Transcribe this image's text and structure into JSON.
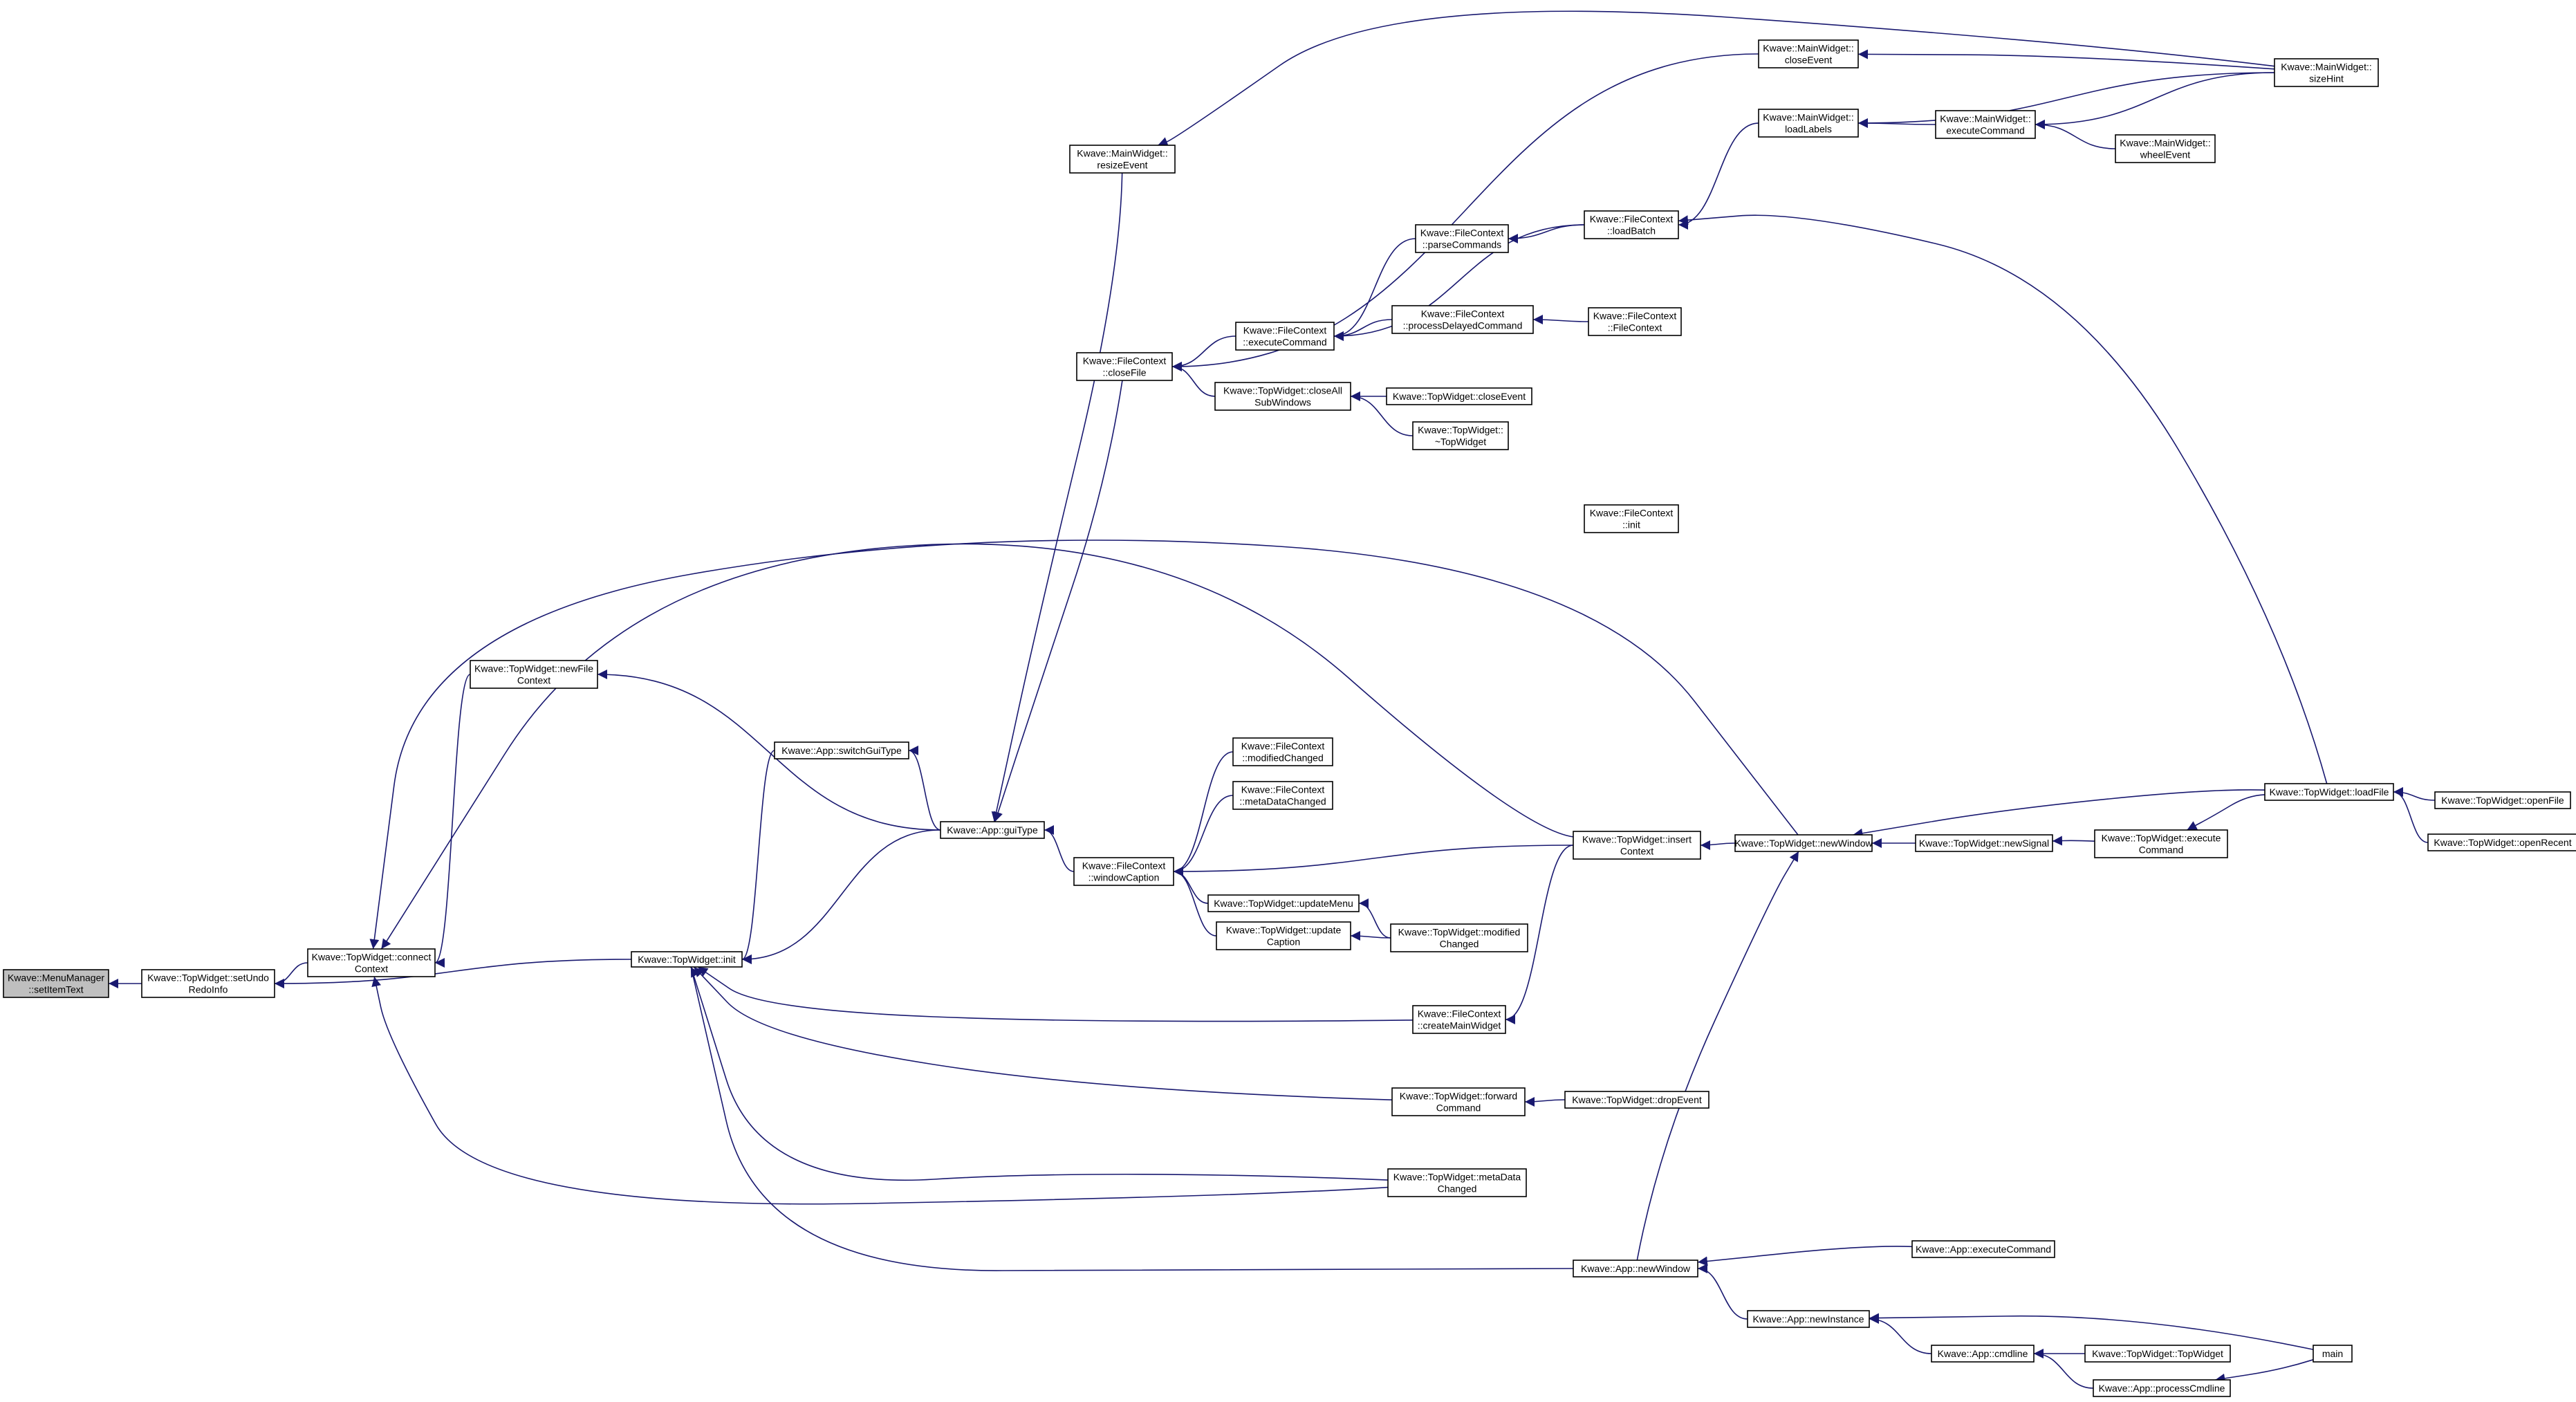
{
  "colors": {
    "edge": "#191970",
    "highlight_fill": "#bfbfbf",
    "node_fill": "#ffffff",
    "border": "#000000"
  },
  "graph": {
    "direction": "callers of Kwave::MenuManager::setItemText (arrows point from caller to callee)",
    "nodes": [
      {
        "id": "setItemText",
        "lines": [
          "Kwave::MenuManager",
          "::setItemText"
        ],
        "highlighted": true
      },
      {
        "id": "setUndoRedoInfo",
        "lines": [
          "Kwave::TopWidget::setUndo",
          "RedoInfo"
        ]
      },
      {
        "id": "connectContext",
        "lines": [
          "Kwave::TopWidget::connect",
          "Context"
        ]
      },
      {
        "id": "twInit",
        "lines": [
          "Kwave::TopWidget::init"
        ]
      },
      {
        "id": "newFileContext",
        "lines": [
          "Kwave::TopWidget::newFile",
          "Context"
        ]
      },
      {
        "id": "switchGuiType",
        "lines": [
          "Kwave::App::switchGuiType"
        ]
      },
      {
        "id": "guiType",
        "lines": [
          "Kwave::App::guiType"
        ]
      },
      {
        "id": "resizeEvent",
        "lines": [
          "Kwave::MainWidget::",
          "resizeEvent"
        ]
      },
      {
        "id": "closeFile",
        "lines": [
          "Kwave::FileContext",
          "::closeFile"
        ]
      },
      {
        "id": "windowCaption",
        "lines": [
          "Kwave::FileContext",
          "::windowCaption"
        ]
      },
      {
        "id": "updateMenu",
        "lines": [
          "Kwave::TopWidget::updateMenu"
        ]
      },
      {
        "id": "updateCaption",
        "lines": [
          "Kwave::TopWidget::update",
          "Caption"
        ]
      },
      {
        "id": "fcExecuteCommand",
        "lines": [
          "Kwave::FileContext",
          "::executeCommand"
        ]
      },
      {
        "id": "closeAllSubWindows",
        "lines": [
          "Kwave::TopWidget::closeAll",
          "SubWindows"
        ]
      },
      {
        "id": "modifiedChangedFC",
        "lines": [
          "Kwave::FileContext",
          "::modifiedChanged"
        ]
      },
      {
        "id": "metaDataChangedFC",
        "lines": [
          "Kwave::FileContext",
          "::metaDataChanged"
        ]
      },
      {
        "id": "parseCommands",
        "lines": [
          "Kwave::FileContext",
          "::parseCommands"
        ]
      },
      {
        "id": "processDelayedCommand",
        "lines": [
          "Kwave::FileContext",
          "::processDelayedCommand"
        ]
      },
      {
        "id": "twCloseEvent",
        "lines": [
          "Kwave::TopWidget::closeEvent"
        ]
      },
      {
        "id": "twDestructor",
        "lines": [
          "Kwave::TopWidget::",
          "~TopWidget"
        ]
      },
      {
        "id": "twModifiedChanged",
        "lines": [
          "Kwave::TopWidget::modified",
          "Changed"
        ]
      },
      {
        "id": "createMainWidget",
        "lines": [
          "Kwave::FileContext",
          "::createMainWidget"
        ]
      },
      {
        "id": "forwardCommand",
        "lines": [
          "Kwave::TopWidget::forward",
          "Command"
        ]
      },
      {
        "id": "twMetaDataChanged",
        "lines": [
          "Kwave::TopWidget::metaData",
          "Changed"
        ]
      },
      {
        "id": "dropEvent",
        "lines": [
          "Kwave::TopWidget::dropEvent"
        ]
      },
      {
        "id": "mwCloseEvent",
        "lines": [
          "Kwave::MainWidget::",
          "closeEvent"
        ]
      },
      {
        "id": "loadLabels",
        "lines": [
          "Kwave::MainWidget::",
          "loadLabels"
        ]
      },
      {
        "id": "loadBatch",
        "lines": [
          "Kwave::FileContext",
          "::loadBatch"
        ]
      },
      {
        "id": "fcConstructor",
        "lines": [
          "Kwave::FileContext",
          "::FileContext"
        ]
      },
      {
        "id": "fcInit",
        "lines": [
          "Kwave::FileContext",
          "::init"
        ]
      },
      {
        "id": "insertContext",
        "lines": [
          "Kwave::TopWidget::insert",
          "Context"
        ]
      },
      {
        "id": "mwExecuteCommand",
        "lines": [
          "Kwave::MainWidget::",
          "executeCommand"
        ]
      },
      {
        "id": "wheelEvent",
        "lines": [
          "Kwave::MainWidget::",
          "wheelEvent"
        ]
      },
      {
        "id": "twNewWindow",
        "lines": [
          "Kwave::TopWidget::newWindow"
        ]
      },
      {
        "id": "newSignal",
        "lines": [
          "Kwave::TopWidget::newSignal"
        ]
      },
      {
        "id": "twExecuteCommand",
        "lines": [
          "Kwave::TopWidget::execute",
          "Command"
        ]
      },
      {
        "id": "sizeHint",
        "lines": [
          "Kwave::MainWidget::",
          "sizeHint"
        ]
      },
      {
        "id": "loadFile",
        "lines": [
          "Kwave::TopWidget::loadFile"
        ]
      },
      {
        "id": "openFile",
        "lines": [
          "Kwave::TopWidget::openFile"
        ]
      },
      {
        "id": "openRecent",
        "lines": [
          "Kwave::TopWidget::openRecent"
        ]
      },
      {
        "id": "appNewWindow",
        "lines": [
          "Kwave::App::newWindow"
        ]
      },
      {
        "id": "appExecuteCommand",
        "lines": [
          "Kwave::App::executeCommand"
        ]
      },
      {
        "id": "newInstance",
        "lines": [
          "Kwave::App::newInstance"
        ]
      },
      {
        "id": "cmdline",
        "lines": [
          "Kwave::App::cmdline"
        ]
      },
      {
        "id": "twConstructor",
        "lines": [
          "Kwave::TopWidget::TopWidget"
        ]
      },
      {
        "id": "processCmdline",
        "lines": [
          "Kwave::App::processCmdline"
        ]
      },
      {
        "id": "main",
        "lines": [
          "main"
        ]
      }
    ],
    "edges": [
      [
        "setUndoRedoInfo",
        "setItemText"
      ],
      [
        "connectContext",
        "setUndoRedoInfo"
      ],
      [
        "twInit",
        "setUndoRedoInfo"
      ],
      [
        "newFileContext",
        "connectContext"
      ],
      [
        "switchGuiType",
        "twInit"
      ],
      [
        "guiType",
        "twInit"
      ],
      [
        "guiType",
        "switchGuiType"
      ],
      [
        "guiType",
        "newFileContext"
      ],
      [
        "insertContext",
        "connectContext"
      ],
      [
        "twNewWindow",
        "connectContext"
      ],
      [
        "closeFile",
        "guiType"
      ],
      [
        "resizeEvent",
        "guiType"
      ],
      [
        "windowCaption",
        "guiType"
      ],
      [
        "fcExecuteCommand",
        "closeFile"
      ],
      [
        "closeAllSubWindows",
        "closeFile"
      ],
      [
        "twCloseEvent",
        "closeAllSubWindows"
      ],
      [
        "twDestructor",
        "closeAllSubWindows"
      ],
      [
        "mwCloseEvent",
        "closeFile"
      ],
      [
        "parseCommands",
        "fcExecuteCommand"
      ],
      [
        "processDelayedCommand",
        "fcExecuteCommand"
      ],
      [
        "loadBatch",
        "fcExecuteCommand"
      ],
      [
        "loadBatch",
        "parseCommands"
      ],
      [
        "fcConstructor",
        "processDelayedCommand"
      ],
      [
        "loadLabels",
        "loadBatch"
      ],
      [
        "mwExecuteCommand",
        "loadLabels"
      ],
      [
        "loadFile",
        "loadBatch"
      ],
      [
        "updateMenu",
        "windowCaption"
      ],
      [
        "updateCaption",
        "windowCaption"
      ],
      [
        "modifiedChangedFC",
        "windowCaption"
      ],
      [
        "metaDataChangedFC",
        "windowCaption"
      ],
      [
        "insertContext",
        "windowCaption"
      ],
      [
        "twModifiedChanged",
        "updateMenu"
      ],
      [
        "twModifiedChanged",
        "updateCaption"
      ],
      [
        "forwardCommand",
        "twInit"
      ],
      [
        "dropEvent",
        "forwardCommand"
      ],
      [
        "twMetaDataChanged",
        "twInit"
      ],
      [
        "twMetaDataChanged",
        "connectContext"
      ],
      [
        "createMainWidget",
        "twInit"
      ],
      [
        "insertContext",
        "createMainWidget"
      ],
      [
        "twNewWindow",
        "insertContext"
      ],
      [
        "newSignal",
        "twNewWindow"
      ],
      [
        "twExecuteCommand",
        "newSignal"
      ],
      [
        "loadFile",
        "twNewWindow"
      ],
      [
        "loadFile",
        "twExecuteCommand"
      ],
      [
        "openFile",
        "loadFile"
      ],
      [
        "openRecent",
        "loadFile"
      ],
      [
        "sizeHint",
        "mwCloseEvent"
      ],
      [
        "sizeHint",
        "resizeEvent"
      ],
      [
        "sizeHint",
        "mwExecuteCommand"
      ],
      [
        "sizeHint",
        "loadLabels"
      ],
      [
        "wheelEvent",
        "mwExecuteCommand"
      ],
      [
        "appNewWindow",
        "twInit"
      ],
      [
        "appNewWindow",
        "twNewWindow"
      ],
      [
        "appExecuteCommand",
        "appNewWindow"
      ],
      [
        "newInstance",
        "appNewWindow"
      ],
      [
        "cmdline",
        "newInstance"
      ],
      [
        "twConstructor",
        "cmdline"
      ],
      [
        "processCmdline",
        "cmdline"
      ],
      [
        "main",
        "newInstance"
      ],
      [
        "main",
        "processCmdline"
      ]
    ]
  }
}
